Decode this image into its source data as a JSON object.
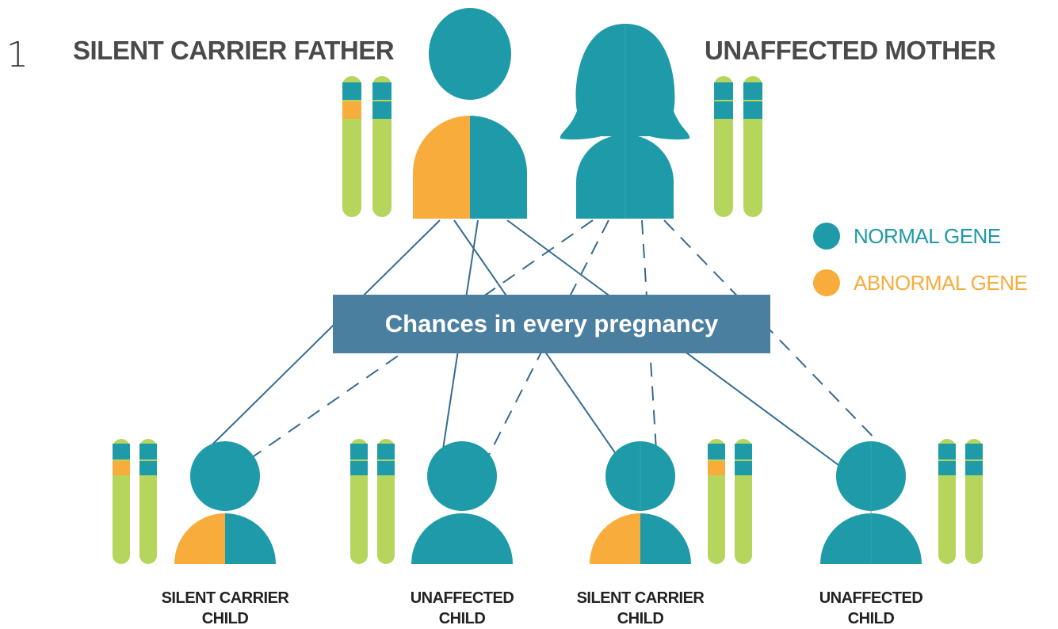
{
  "page_number": "1",
  "father": {
    "title": "SILENT CARRIER FATHER"
  },
  "mother": {
    "title": "UNAFFECTED MOTHER"
  },
  "legend": {
    "normal": {
      "label": "NORMAL GENE",
      "color": "#1f9aa8"
    },
    "abnormal": {
      "label": "ABNORMAL GENE",
      "color": "#f7ac3b"
    }
  },
  "banner": {
    "text": "Chances in every pregnancy"
  },
  "children": [
    {
      "line1": "SILENT CARRIER",
      "line2": "CHILD",
      "carrier": true
    },
    {
      "line1": "UNAFFECTED",
      "line2": "CHILD",
      "carrier": false
    },
    {
      "line1": "SILENT CARRIER",
      "line2": "CHILD",
      "carrier": true
    },
    {
      "line1": "UNAFFECTED",
      "line2": "CHILD",
      "carrier": false
    }
  ],
  "colors": {
    "teal": "#1f9aa8",
    "orange": "#f7ac3b",
    "chromosome_green": "#b5d55c",
    "line_blue": "#356b93",
    "banner_blue": "#4b7fa0"
  },
  "icons": [
    "father-figure-icon",
    "mother-figure-icon",
    "child-figure-icon",
    "chromosome-icon"
  ]
}
